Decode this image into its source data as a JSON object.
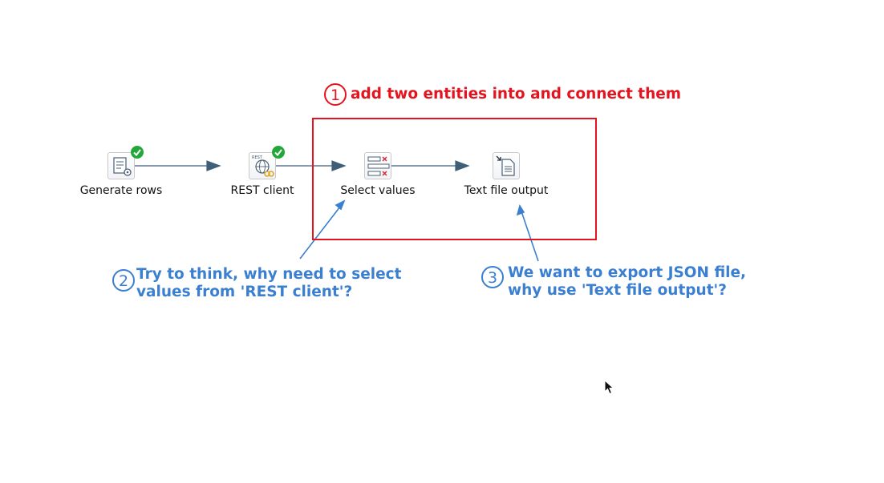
{
  "steps": [
    {
      "label": "Generate rows",
      "icon": "generate-rows-icon",
      "status": "ok"
    },
    {
      "label": "REST client",
      "icon": "rest-client-icon",
      "status": "ok"
    },
    {
      "label": "Select values",
      "icon": "select-values-icon"
    },
    {
      "label": "Text file output",
      "icon": "text-file-output-icon"
    }
  ],
  "annotations": {
    "a1": {
      "number": "1",
      "line1": "add two entities into and connect them",
      "color": "#e5131d"
    },
    "a2": {
      "number": "2",
      "line1": "Try to think, why need to select",
      "line2": "values from 'REST client'?",
      "color": "#3b7fd0"
    },
    "a3": {
      "number": "3",
      "line1": "We want to export JSON file,",
      "line2": "why use 'Text file output'?",
      "color": "#3b7fd0"
    }
  },
  "colors": {
    "hop": "#3f5e78",
    "ok_badge": "#22a83a",
    "highlight": "#e5131d",
    "annotation_blue": "#3b7fd0"
  }
}
